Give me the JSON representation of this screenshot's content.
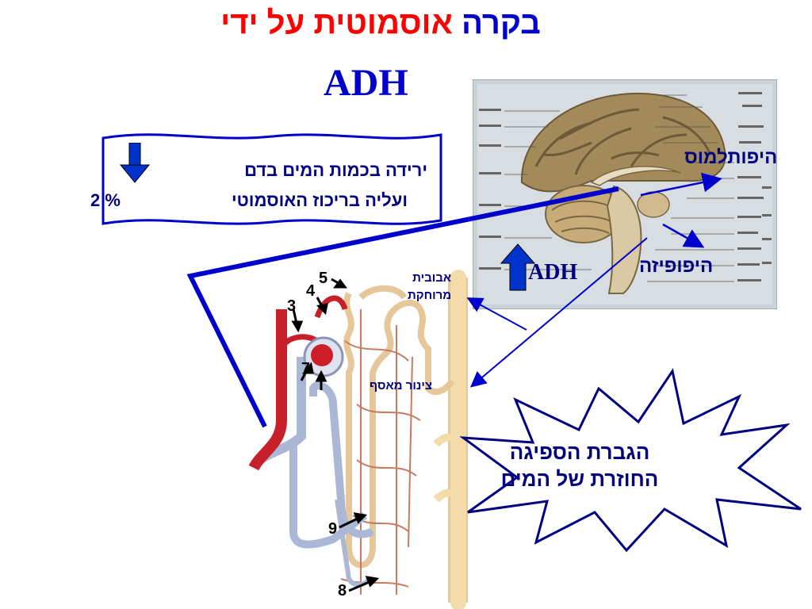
{
  "slide": {
    "title_part1": "בקרה",
    "title_part2": "אוסמוטית על ידי",
    "subtitle": "ADH",
    "scroll": {
      "line1": "ירידה בכמות המים בדם",
      "line2": "ועליה בריכוז האוסמוטי",
      "percent": "2 %"
    },
    "brain_labels": {
      "hypothalamus": "היפותלמוס",
      "hypophysis": "היפופיזה",
      "adh": "ADH"
    },
    "nephron_labels": {
      "distal_tubule_line1": "אבובית",
      "distal_tubule_line2": "מרוחקת",
      "collecting_duct": "צינור מאסף",
      "numbers": [
        "5",
        "3",
        "4",
        "7",
        "9",
        "8"
      ]
    },
    "burst": {
      "line1": "הגברת הספיגה",
      "line2": "החוזרת של המים"
    },
    "colors": {
      "title_blue": "#0000cc",
      "title_red": "#ff0000",
      "label_navy": "#000080",
      "arrow_blue": "#0000cc",
      "down_arrow": "#0033cc",
      "up_arrow": "#0033cc"
    }
  }
}
